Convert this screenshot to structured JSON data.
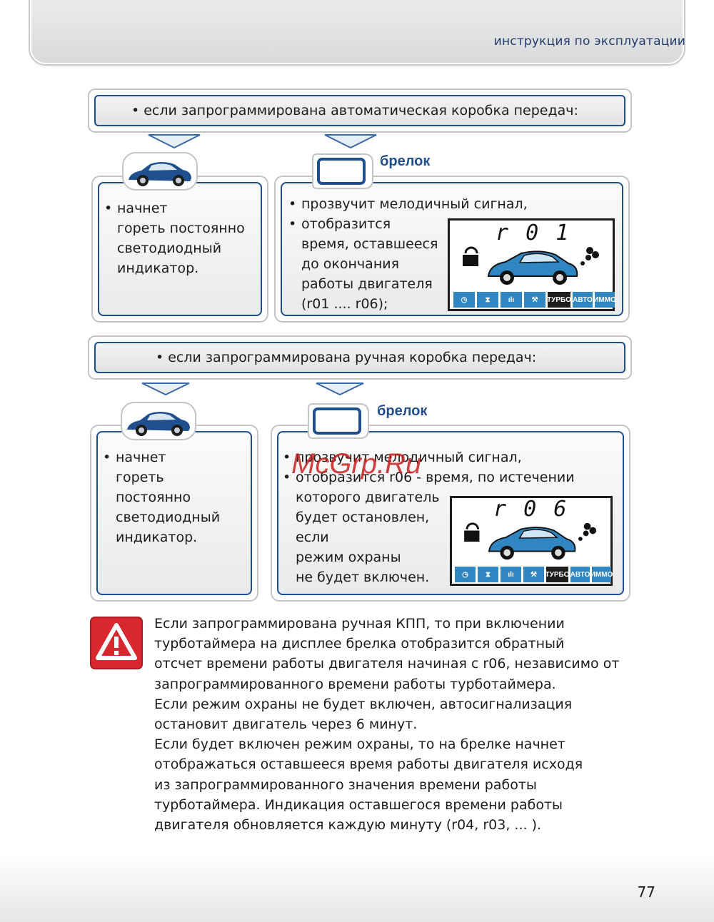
{
  "header": {
    "title": "инструкция по эксплуатации"
  },
  "section_auto": {
    "banner": "•  если запрограммирована автоматическая коробка передач:",
    "car_panel": {
      "bullet": "•",
      "lines": [
        "начнет",
        "гореть постоянно",
        "светодиодный",
        "индикатор."
      ]
    },
    "fob_label": "брелок",
    "fob_panel": {
      "bullet1": "•",
      "line1": "прозвучит мелодичный сигнал,",
      "bullet2": "•",
      "lines": [
        "отобразится",
        "время, оставшееся",
        "до окончания",
        "работы двигателя",
        "(r01 .... r06);"
      ]
    },
    "lcd": {
      "code": "r 0 1",
      "labels": [
        "ТУРБО",
        "АВТО",
        "ИММО"
      ]
    }
  },
  "section_manual": {
    "banner": "•  если запрограммирована ручная коробка передач:",
    "car_panel": {
      "bullet": "•",
      "lines": [
        "начнет",
        "гореть",
        "постоянно",
        "светодиодный",
        "индикатор."
      ]
    },
    "fob_label": "брелок",
    "fob_panel": {
      "bullet1": "•",
      "line1": "прозвучит мелодичный сигнал,",
      "bullet2": "•",
      "line2": "отобразится r06  -  время, по истечении",
      "lines": [
        "которого двигатель",
        "будет остановлен,",
        "если",
        "режим охраны",
        "не будет включен."
      ]
    },
    "lcd": {
      "code": "r 0 6",
      "labels": [
        "ТУРБО",
        "АВТО",
        "ИММО"
      ]
    }
  },
  "watermark": "McGrp.Ru",
  "note": {
    "lines": [
      "Если запрограммирована ручная КПП, то при включении",
      "турботаймера на дисплее брелка отобразится обратный",
      "отсчет времени работы двигателя начиная с r06, независимо от",
      "запрограммированного времени работы турботаймера.",
      "Если режим охраны не будет включен, автосигнализация",
      "остановит двигатель через 6 минут.",
      "Если будет включен режим охраны, то на брелке начнет",
      "отображаться оставшееся время работы двигателя исходя",
      "из запрограммированного значения времени работы",
      "турботаймера. Индикация оставшегося времени работы",
      "двигателя обновляется каждую минуту (r04, r03,  ... )."
    ]
  },
  "footer": {
    "page_number": "77"
  },
  "colors": {
    "accent": "#1f4f8e",
    "lcd_blue": "#2f86c0",
    "warning_red": "#d7282f"
  }
}
